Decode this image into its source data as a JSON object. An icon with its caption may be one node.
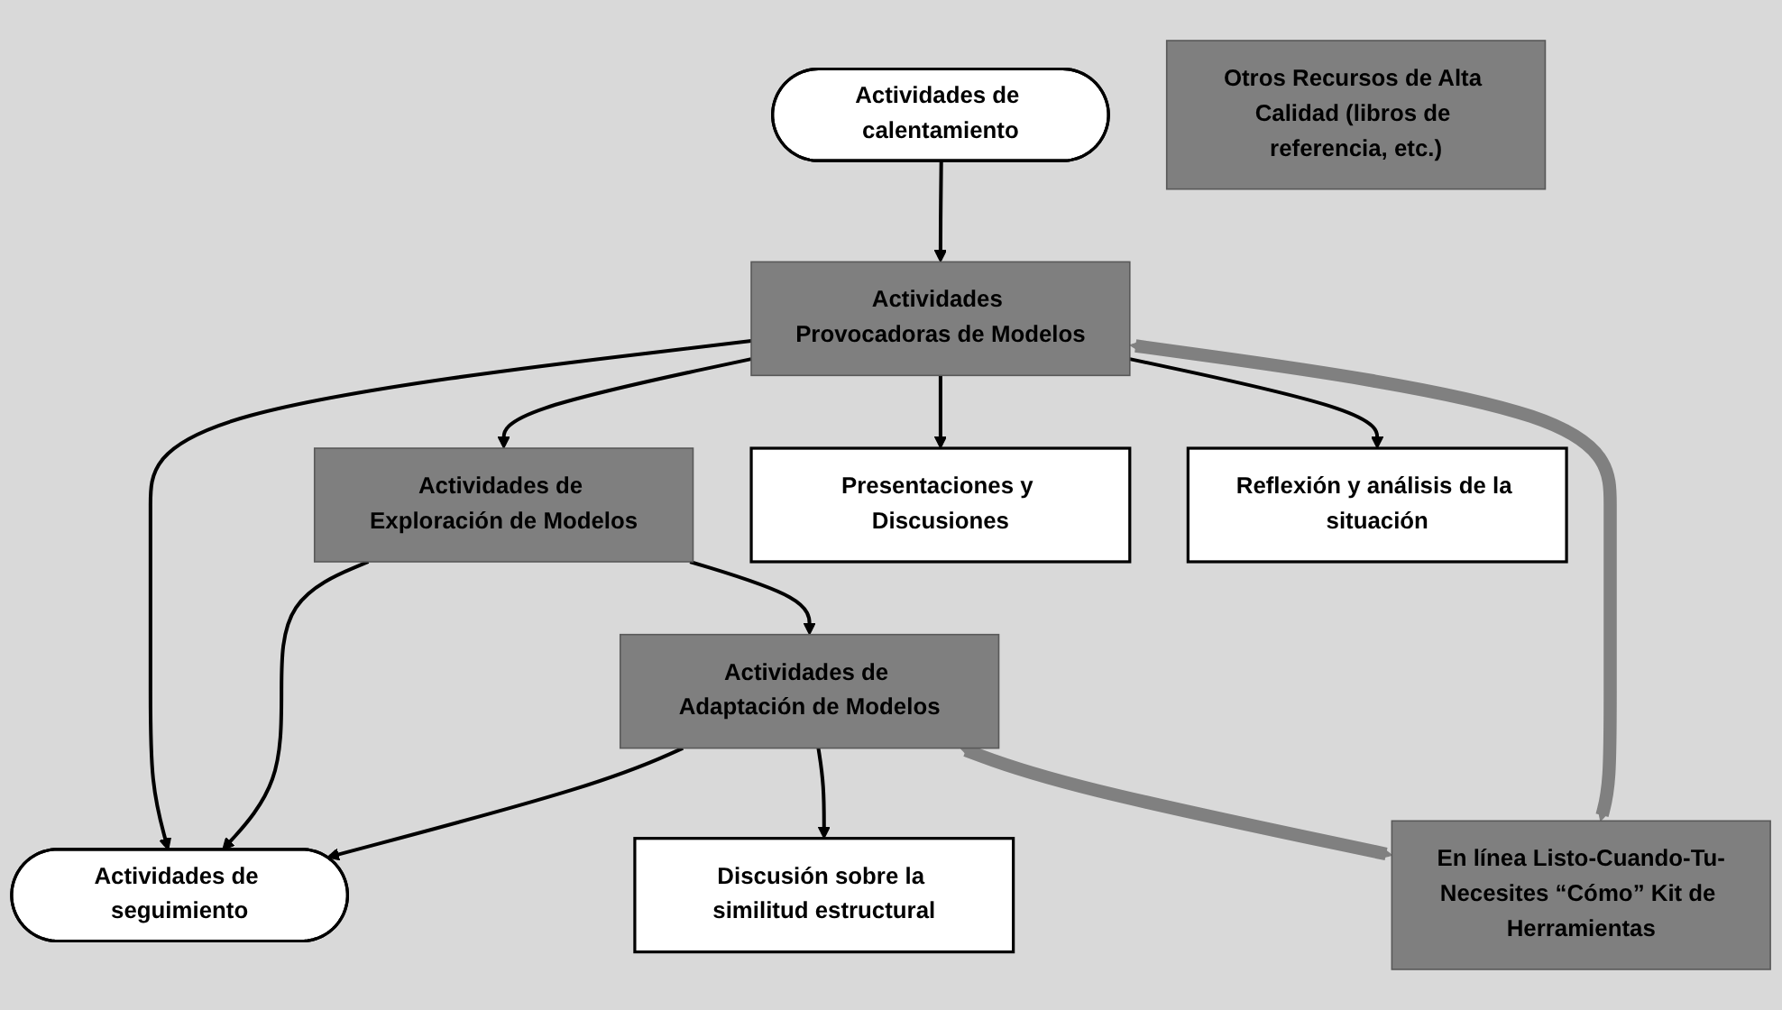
{
  "diagram": {
    "nodes": [
      {
        "text": [
          "Actividades de calentamiento"
        ]
      },
      {
        "text": [
          "Actividades de seguimiento"
        ]
      },
      {
        "text": [
          "Actividades Provocadoras de Modelos"
        ]
      },
      {
        "text": [
          "Actividades de Exploración de Modelos"
        ]
      },
      {
        "text": [
          "Actividades de Adaptación de Modelos"
        ]
      },
      {
        "text": [
          "Presentaciones y Discusiones"
        ]
      },
      {
        "text": [
          "Reflexión y análisis de la situación"
        ]
      },
      {
        "text": [
          "Discusión sobre la similitud estructural"
        ]
      },
      {
        "text": [
          "En línea Listo-Cuando-Tu-Necesites “Cómo” Kit de Herramientas"
        ]
      },
      {
        "text": [
          "Otros Recursos de Alta Calidad (libros de referencia, etc.)"
        ]
      }
    ],
    "edges": [
      {
        "from": 0,
        "to": 2,
        "arrow": "to"
      },
      {
        "from": 2,
        "to": 1,
        "arrow": "to"
      },
      {
        "from": 3,
        "to": 1,
        "arrow": "to"
      },
      {
        "from": 4,
        "to": 1,
        "arrow": "to"
      },
      {
        "from": 2,
        "to": 3,
        "arrow": "to"
      },
      {
        "from": 3,
        "to": 4,
        "arrow": "to"
      },
      {
        "from": 2,
        "to": 5,
        "arrow": "to"
      },
      {
        "from": 2,
        "to": 6,
        "arrow": "to"
      },
      {
        "from": 4,
        "to": 7,
        "arrow": "to"
      },
      {
        "from": 2,
        "to": 8,
        "arrow": "both",
        "style": "thick",
        "color": "#808080"
      },
      {
        "from": 4,
        "to": 8,
        "arrow": "both",
        "style": "thick",
        "color": "#808080"
      }
    ]
  }
}
